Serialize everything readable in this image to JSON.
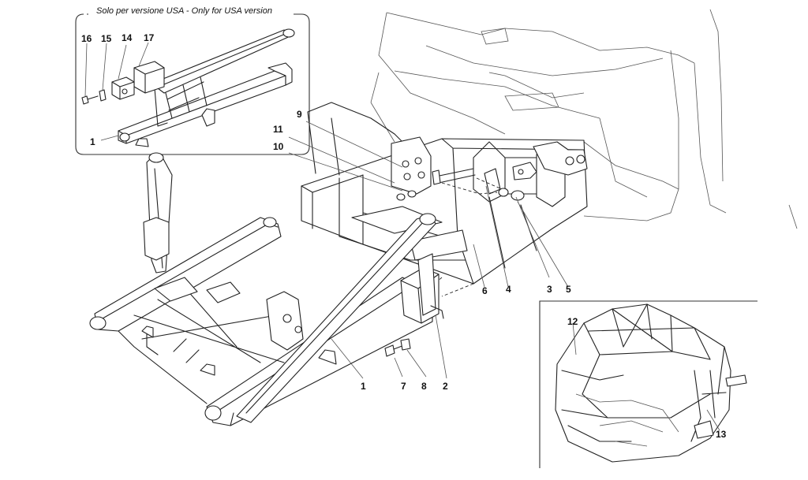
{
  "inset_usa": {
    "title": "Solo per versione USA - Only for USA version",
    "callouts": [
      "16",
      "15",
      "14",
      "17",
      "1"
    ]
  },
  "main": {
    "callouts": [
      "9",
      "11",
      "10",
      "6",
      "4",
      "3",
      "5",
      "1",
      "7",
      "8",
      "2"
    ]
  },
  "inset_cage": {
    "callouts": [
      "12",
      "13"
    ]
  }
}
